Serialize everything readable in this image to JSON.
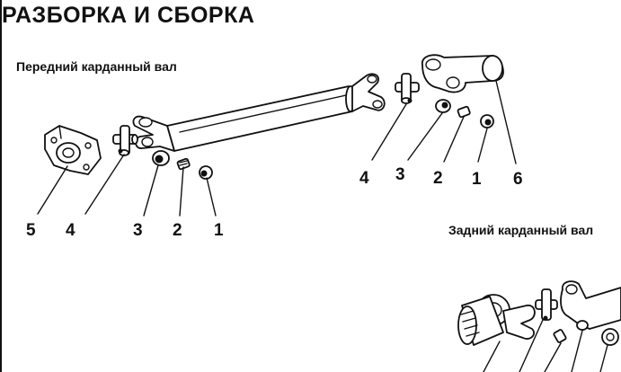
{
  "page": {
    "title": "РАЗБОРКА И СБОРКА",
    "front_subtitle": "Передний карданный вал",
    "rear_subtitle": "Задний карданный вал"
  },
  "labels": {
    "front_bottom": [
      "5",
      "4",
      "3",
      "2",
      "1"
    ],
    "front_right": [
      "4",
      "3",
      "2",
      "1",
      "6"
    ]
  }
}
